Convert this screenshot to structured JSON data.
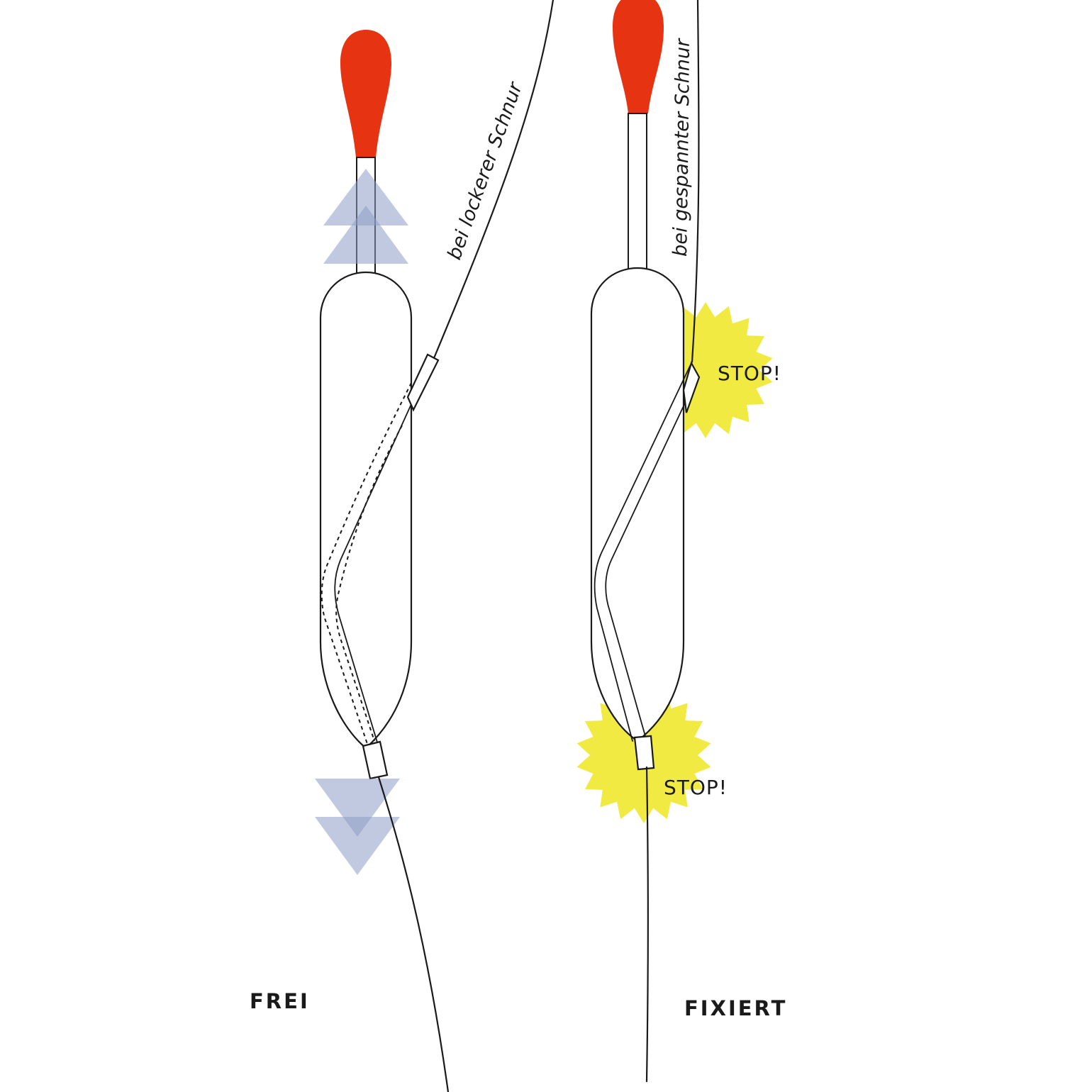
{
  "colors": {
    "float_tip": "#e63312",
    "arrow": "#8c9cc4",
    "stop_burst": "#f1ea42",
    "line": "#1a1a1a"
  },
  "left_float": {
    "state_label": "FREI",
    "line_annotation": "bei lockerer Schnur",
    "icons": [
      "up-arrows-icon",
      "down-arrows-icon"
    ]
  },
  "right_float": {
    "state_label": "FIXIERT",
    "line_annotation": "bei gespannter Schnur",
    "stop_top": "STOP!",
    "stop_bottom": "STOP!",
    "icons": [
      "stop-burst-icon"
    ]
  }
}
